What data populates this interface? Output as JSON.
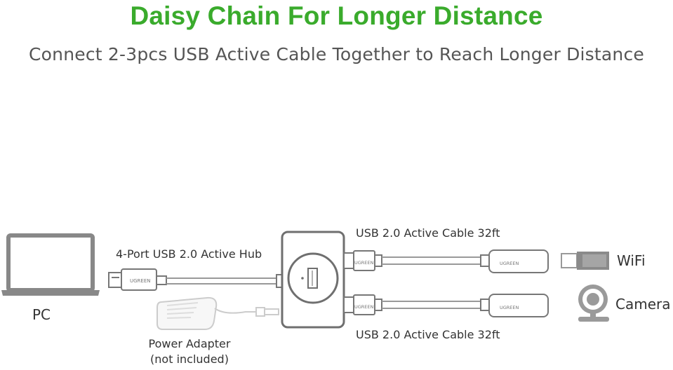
{
  "title": "Daisy Chain For Longer Distance",
  "subtitle": "Connect 2-3pcs USB Active Cable Together to Reach Longer Distance",
  "colors": {
    "title": "#3aab2c",
    "text": "#333333",
    "subtitle": "#555555",
    "device_outline": "#777777",
    "device_fill": "#ffffff",
    "cable": "#9a9a9a"
  },
  "labels": {
    "pc": "PC",
    "hub": "4-Port USB 2.0 Active Hub",
    "cable_top": "USB 2.0 Active Cable 32ft",
    "cable_bottom": "USB 2.0 Active Cable 32ft",
    "wifi": "WiFi",
    "camera": "Camera",
    "power_adapter_line1": "Power Adapter",
    "power_adapter_line2": "(not included)"
  },
  "icons": [
    "laptop-icon",
    "usb-plug-icon",
    "hub-icon",
    "power-adapter-icon",
    "wifi-dongle-icon",
    "webcam-icon"
  ]
}
